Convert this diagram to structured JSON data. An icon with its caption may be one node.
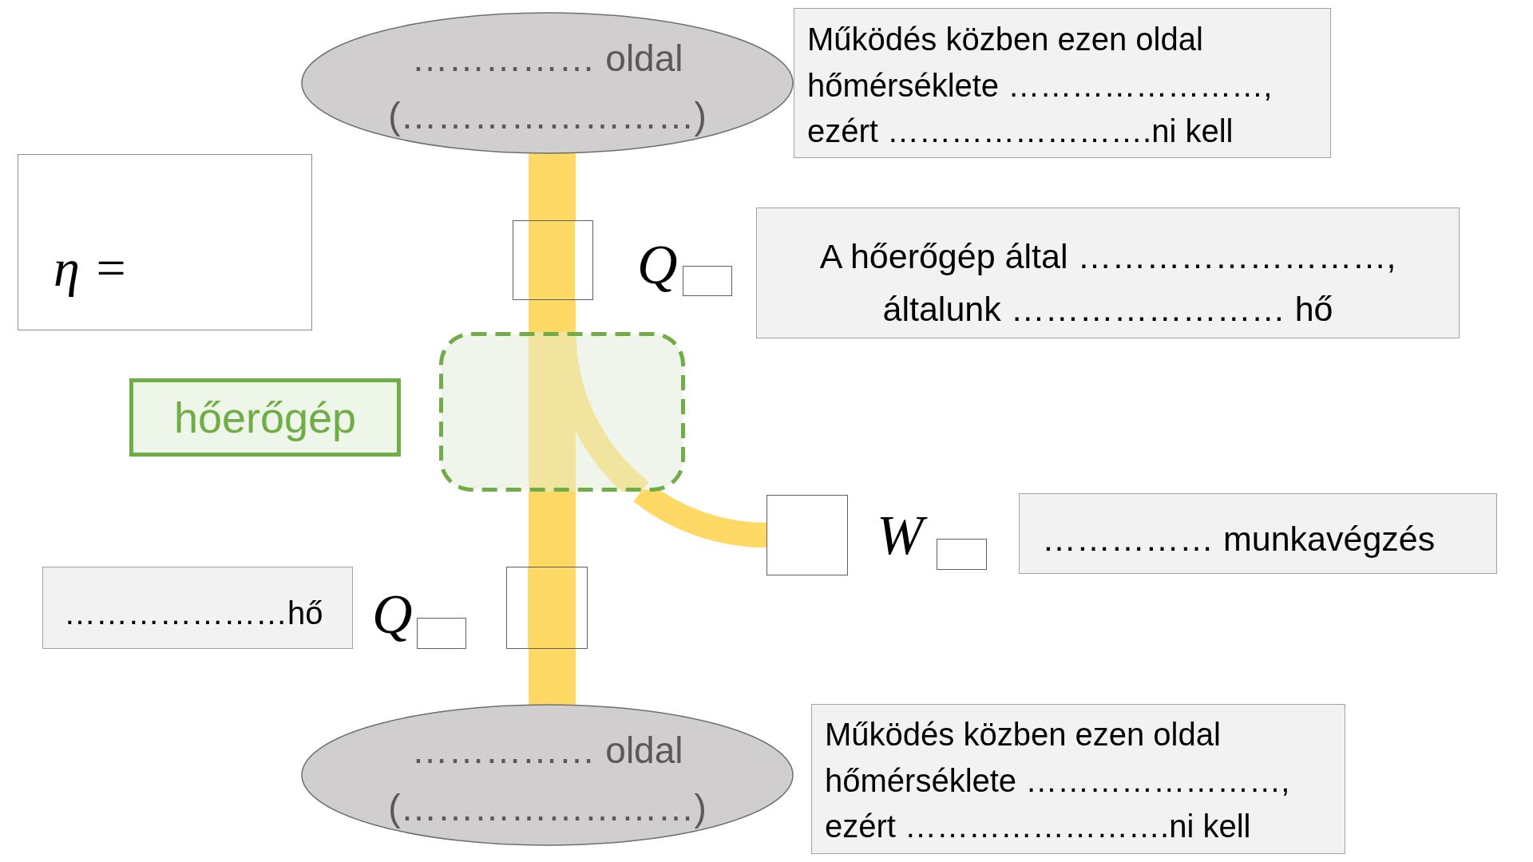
{
  "diagram": {
    "nodes": [
      {
        "text": [
          "…………… oldal",
          "(……………………)"
        ]
      },
      {
        "text": [
          "Működés közben ezen oldal hőmérséklete ……………………, ezért …………………….ni kell"
        ]
      },
      {
        "text": [
          "η ="
        ]
      },
      {
        "text": [],
        "shape": "box"
      },
      {
        "text": [
          "A hőerőgép által ………………………, általunk …………………… hő"
        ]
      },
      {
        "text": [
          "hőerőgép"
        ]
      },
      {
        "text": [],
        "shape": "box"
      },
      {
        "text": [],
        "shape": "box"
      },
      {
        "text": [
          "…………… munkavégzés"
        ]
      },
      {
        "text": [
          "…………………hő"
        ]
      },
      {
        "text": [],
        "shape": "box"
      },
      {
        "text": [
          "…………… oldal",
          "(……………………)"
        ]
      },
      {
        "text": [
          "Működés közben ezen oldal hőmérséklete ……………………, ezért …………………….ni kell"
        ]
      }
    ],
    "edges": [
      {
        "from": 0,
        "to": 3,
        "arrow": "none"
      },
      {
        "from": 3,
        "to": 6,
        "arrow": "none"
      },
      {
        "from": 6,
        "to": 10,
        "arrow": "none"
      },
      {
        "from": 10,
        "to": 11,
        "arrow": "none"
      },
      {
        "from": 6,
        "to": 7,
        "arrow": "none"
      }
    ],
    "labels": [
      "Q",
      "W",
      "Q"
    ]
  }
}
